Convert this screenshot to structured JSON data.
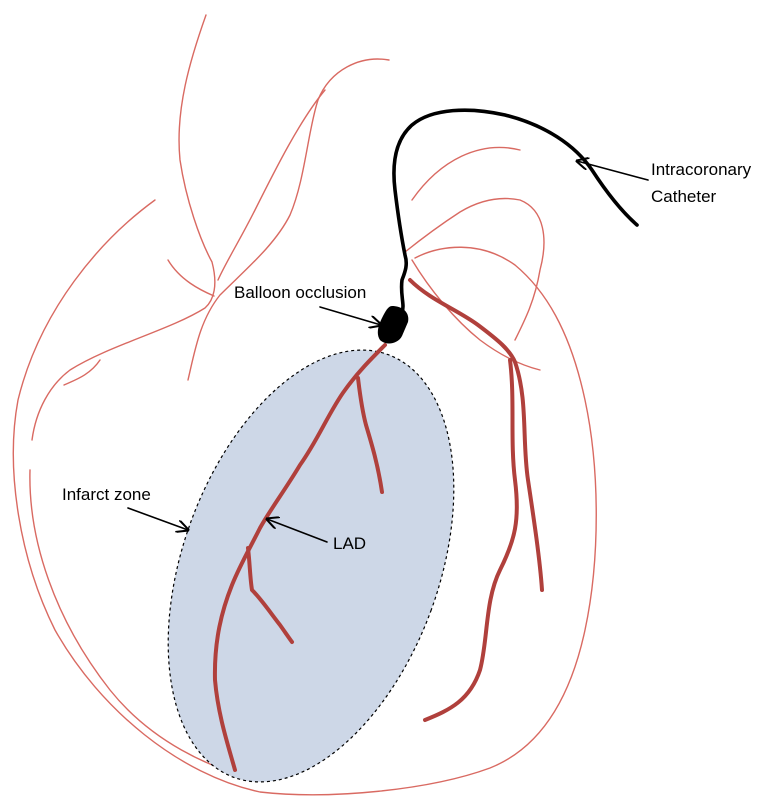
{
  "labels": {
    "catheter_line1": "Intracoronary",
    "catheter_line2": "Catheter",
    "balloon": "Balloon occlusion",
    "infarct": "Infarct zone",
    "lad": "LAD"
  },
  "colors": {
    "heart_outline": "#d96a62",
    "artery": "#b0403c",
    "catheter": "#000000",
    "infarct_fill": "#cdd7e7",
    "infarct_border": "#000000"
  }
}
